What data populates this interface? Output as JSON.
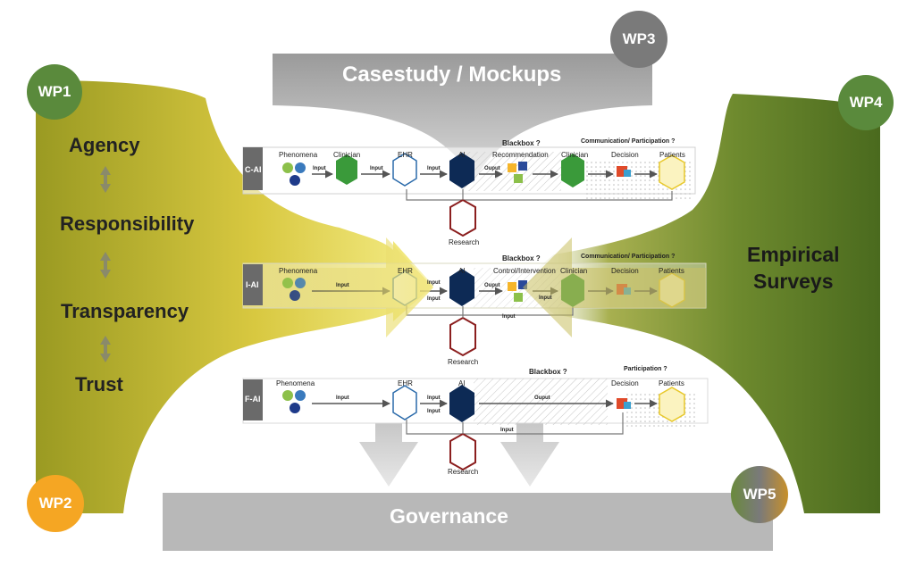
{
  "work_packages": {
    "wp1": "WP1",
    "wp2": "WP2",
    "wp3": "WP3",
    "wp4": "WP4",
    "wp5": "WP5"
  },
  "banners": {
    "top": "Casestudy / Mockups",
    "bottom": "Governance",
    "right_line1": "Empirical",
    "right_line2": "Surveys"
  },
  "concepts": [
    "Agency",
    "Responsibility",
    "Transparency",
    "Trust"
  ],
  "rows": [
    {
      "tag": "C-AI",
      "phenomena": "Phenomena",
      "clinician_pre": "Clinician",
      "ehr": "EHR",
      "ai": "AI",
      "blackbox": "Blackbox ?",
      "middle": "Recommendation",
      "comm": "Communication/ Participation ?",
      "clinician_post": "Clinician",
      "decision": "Decision",
      "patients": "Patients",
      "input1": "Input",
      "input2": "Input",
      "input3": "Input",
      "output": "Ouput",
      "research": "Research"
    },
    {
      "tag": "I-AI",
      "phenomena": "Phenomena",
      "ehr": "EHR",
      "ai": "AI",
      "blackbox": "Blackbox ?",
      "middle": "Control/Intervention",
      "comm": "Communication/ Participation ?",
      "clinician_post": "Clinician",
      "decision": "Decision",
      "patients": "Patients",
      "input1": "Input",
      "input_a": "Input",
      "input_b": "Input",
      "output": "Ouput",
      "input_c": "Input",
      "input_d": "Input",
      "research": "Research"
    },
    {
      "tag": "F-AI",
      "phenomena": "Phenomena",
      "ehr": "EHR",
      "ai": "AI",
      "blackbox": "Blackbox ?",
      "participation": "Participation ?",
      "decision": "Decision",
      "patients": "Patients",
      "input1": "Input",
      "input_a": "Input",
      "input_b": "Input",
      "output": "Ouput",
      "input_c": "Input",
      "research": "Research"
    }
  ],
  "colors": {
    "wp1": "#5a8a3c",
    "wp2": "#f5a623",
    "wp3": "#7a7a7a",
    "wp4": "#5a8a3c",
    "olive": "#9a9a28",
    "yellow": "#f2e77a",
    "dark_green": "#4a6a1e",
    "grey": "#b8b8b8",
    "ai_dark": "#0d2a55",
    "clinician_green": "#3a9a3a",
    "research_red": "#8b1e1e"
  }
}
